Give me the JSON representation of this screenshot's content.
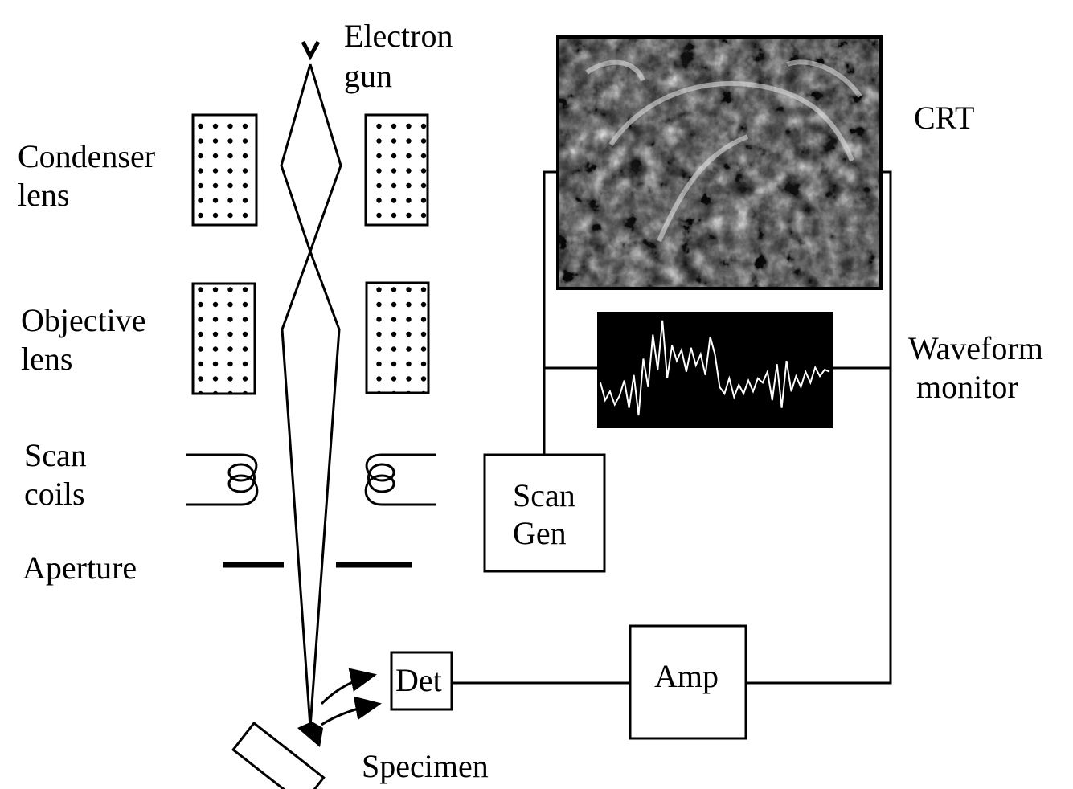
{
  "labels": {
    "electron_gun_1": "Electron",
    "electron_gun_2": "gun",
    "condenser_1": "Condenser",
    "condenser_2": "lens",
    "objective_1": "Objective",
    "objective_2": "lens",
    "scan_coils_1": "Scan",
    "scan_coils_2": "coils",
    "aperture": "Aperture",
    "specimen": "Specimen",
    "crt": "CRT",
    "waveform_1": "Waveform",
    "waveform_2": "monitor",
    "scan_gen_1": "Scan",
    "scan_gen_2": "Gen",
    "det": "Det",
    "amp": "Amp"
  },
  "waveform_trace": [
    0.62,
    0.78,
    0.7,
    0.82,
    0.74,
    0.6,
    0.85,
    0.55,
    0.92,
    0.4,
    0.66,
    0.18,
    0.5,
    0.05,
    0.58,
    0.28,
    0.42,
    0.32,
    0.52,
    0.3,
    0.46,
    0.36,
    0.55,
    0.2,
    0.36,
    0.66,
    0.72,
    0.58,
    0.75,
    0.64,
    0.72,
    0.6,
    0.7,
    0.58,
    0.62,
    0.52,
    0.78,
    0.45,
    0.85,
    0.42,
    0.7,
    0.56,
    0.66,
    0.52,
    0.62,
    0.48,
    0.56,
    0.5,
    0.52
  ]
}
